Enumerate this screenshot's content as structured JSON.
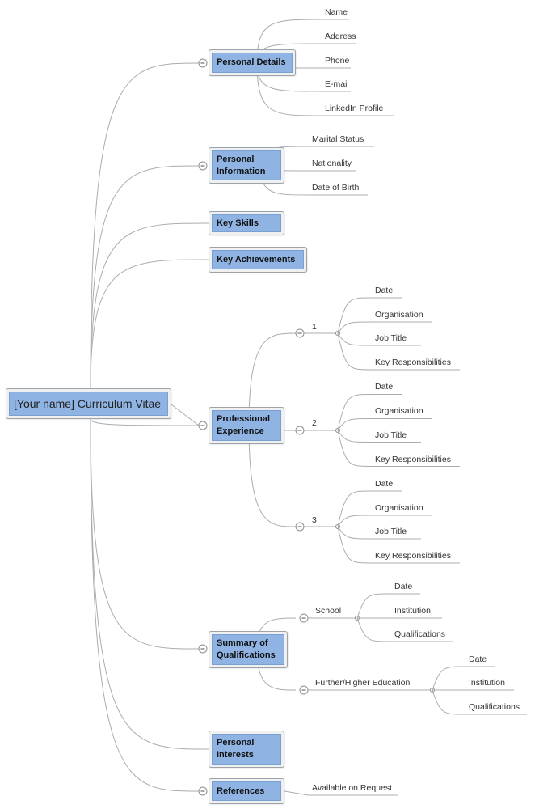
{
  "root": "[Your name] Curriculum Vitae",
  "personal_details": {
    "title": "Personal Details",
    "items": [
      "Name",
      "Address",
      "Phone",
      "E-mail",
      "LinkedIn Profile"
    ]
  },
  "personal_information": {
    "title": "Personal Information",
    "items": [
      "Marital Status",
      "Nationality",
      "Date of Birth"
    ]
  },
  "key_skills": {
    "title": "Key Skills"
  },
  "key_achievements": {
    "title": "Key Achievements"
  },
  "professional_experience": {
    "title": "Professional Experience",
    "jobs": [
      {
        "label": "1",
        "items": [
          "Date",
          "Organisation",
          "Job Title",
          "Key Responsibilities"
        ]
      },
      {
        "label": "2",
        "items": [
          "Date",
          "Organisation",
          "Job Title",
          "Key Responsibilities"
        ]
      },
      {
        "label": "3",
        "items": [
          "Date",
          "Organisation",
          "Job Title",
          "Key Responsibilities"
        ]
      }
    ]
  },
  "summary_of_qualifications": {
    "title": "Summary of Qualifications",
    "groups": [
      {
        "label": "School",
        "items": [
          "Date",
          "Institution",
          "Qualifications"
        ]
      },
      {
        "label": "Further/Higher Education",
        "items": [
          "Date",
          "Institution",
          "Qualifications"
        ]
      }
    ]
  },
  "personal_interests": {
    "title": "Personal Interests"
  },
  "references": {
    "title": "References",
    "items": [
      "Available on Request"
    ]
  }
}
